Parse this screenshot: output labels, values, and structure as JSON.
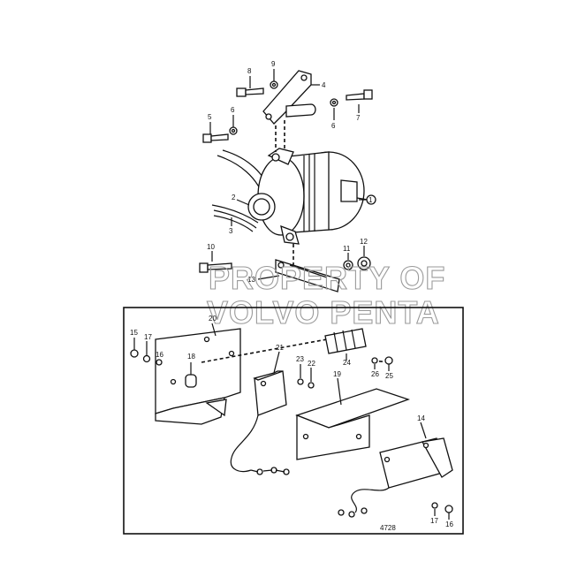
{
  "watermark": {
    "line1": "PROPERTY OF",
    "line2": "VOLVO PENTA"
  },
  "drawing_number": "4728",
  "upper_labels": {
    "l1": "1",
    "l2": "2",
    "l3": "3",
    "l4": "4",
    "l5": "5",
    "l6a": "6",
    "l6b": "6",
    "l7": "7",
    "l8": "8",
    "l9": "9",
    "l10": "10",
    "l11": "11",
    "l12": "12",
    "l13": "13"
  },
  "lower_labels": {
    "l14": "14",
    "l15": "15",
    "l16a": "16",
    "l16b": "16",
    "l17a": "17",
    "l17b": "17",
    "l18": "18",
    "l19": "19",
    "l20": "20",
    "l21": "21",
    "l22": "22",
    "l23": "23",
    "l24": "24",
    "l25": "25",
    "l26": "26"
  }
}
